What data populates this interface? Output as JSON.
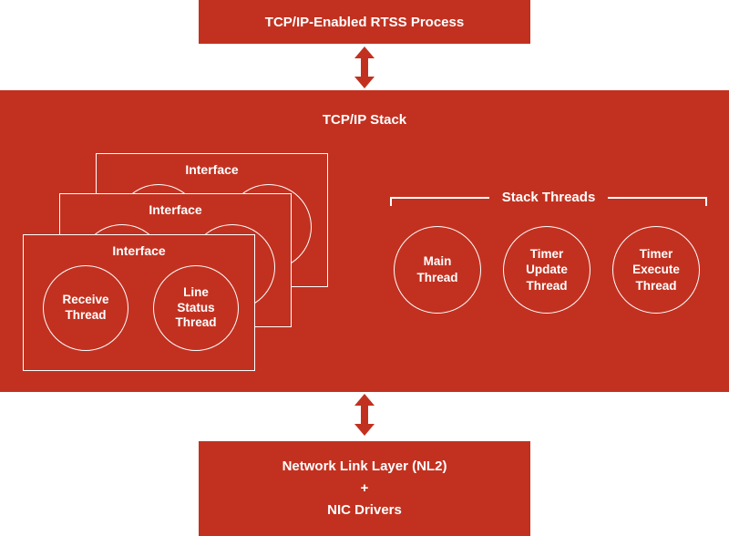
{
  "colors": {
    "brand_red": "#C23120",
    "text_on_red": "#FFFFFF",
    "background": "#FFFFFF"
  },
  "top_box": {
    "label": "TCP/IP-Enabled RTSS Process"
  },
  "stack": {
    "title": "TCP/IP Stack",
    "interface_boxes": [
      {
        "label": "Interface"
      },
      {
        "label": "Interface"
      },
      {
        "label": "Interface",
        "threads": [
          {
            "label": "Receive Thread"
          },
          {
            "label": "Line Status Thread"
          }
        ]
      }
    ],
    "stack_threads": {
      "label": "Stack Threads",
      "threads": [
        {
          "label": "Main Thread"
        },
        {
          "label": "Timer Update Thread"
        },
        {
          "label": "Timer Execute Thread"
        }
      ]
    }
  },
  "bottom_box": {
    "lines": [
      "Network Link Layer (NL2)",
      "+",
      "NIC Drivers"
    ]
  }
}
